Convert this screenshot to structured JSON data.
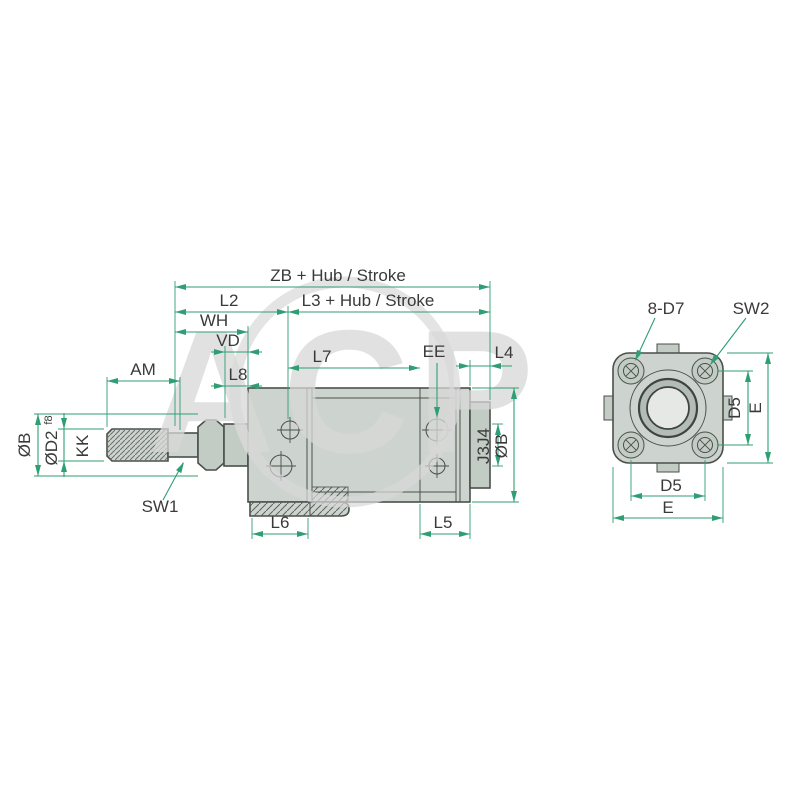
{
  "watermark": {
    "text": "ACP"
  },
  "colors": {
    "background": "#ffffff",
    "dimension_line": "#2f9e74",
    "label_text": "#3a3a3a",
    "part_outline": "#4a4f4a",
    "body_fill": "#cdd4cf",
    "cap_fill": "#c3cbc5",
    "watermark_gray": "#d8d8d8"
  },
  "side_view": {
    "labels": {
      "zb": "ZB + Hub / Stroke",
      "l2": "L2",
      "l3": "L3 + Hub / Stroke",
      "wh": "WH",
      "vd": "VD",
      "am": "AM",
      "l8": "L8",
      "l7": "L7",
      "ee": "EE",
      "l4": "L4",
      "ob_left": "ØB",
      "od2": "ØD2",
      "od2_tolerance": "f8",
      "kk": "KK",
      "sw1": "SW1",
      "l6": "L6",
      "l5": "L5",
      "j3j4": "J3J4",
      "ob_right": "ØB"
    }
  },
  "front_view": {
    "labels": {
      "holes": "8-D7",
      "sw2": "SW2",
      "d5_vertical": "D5",
      "e_vertical": "E",
      "d5_horizontal": "D5",
      "e_horizontal": "E"
    }
  }
}
